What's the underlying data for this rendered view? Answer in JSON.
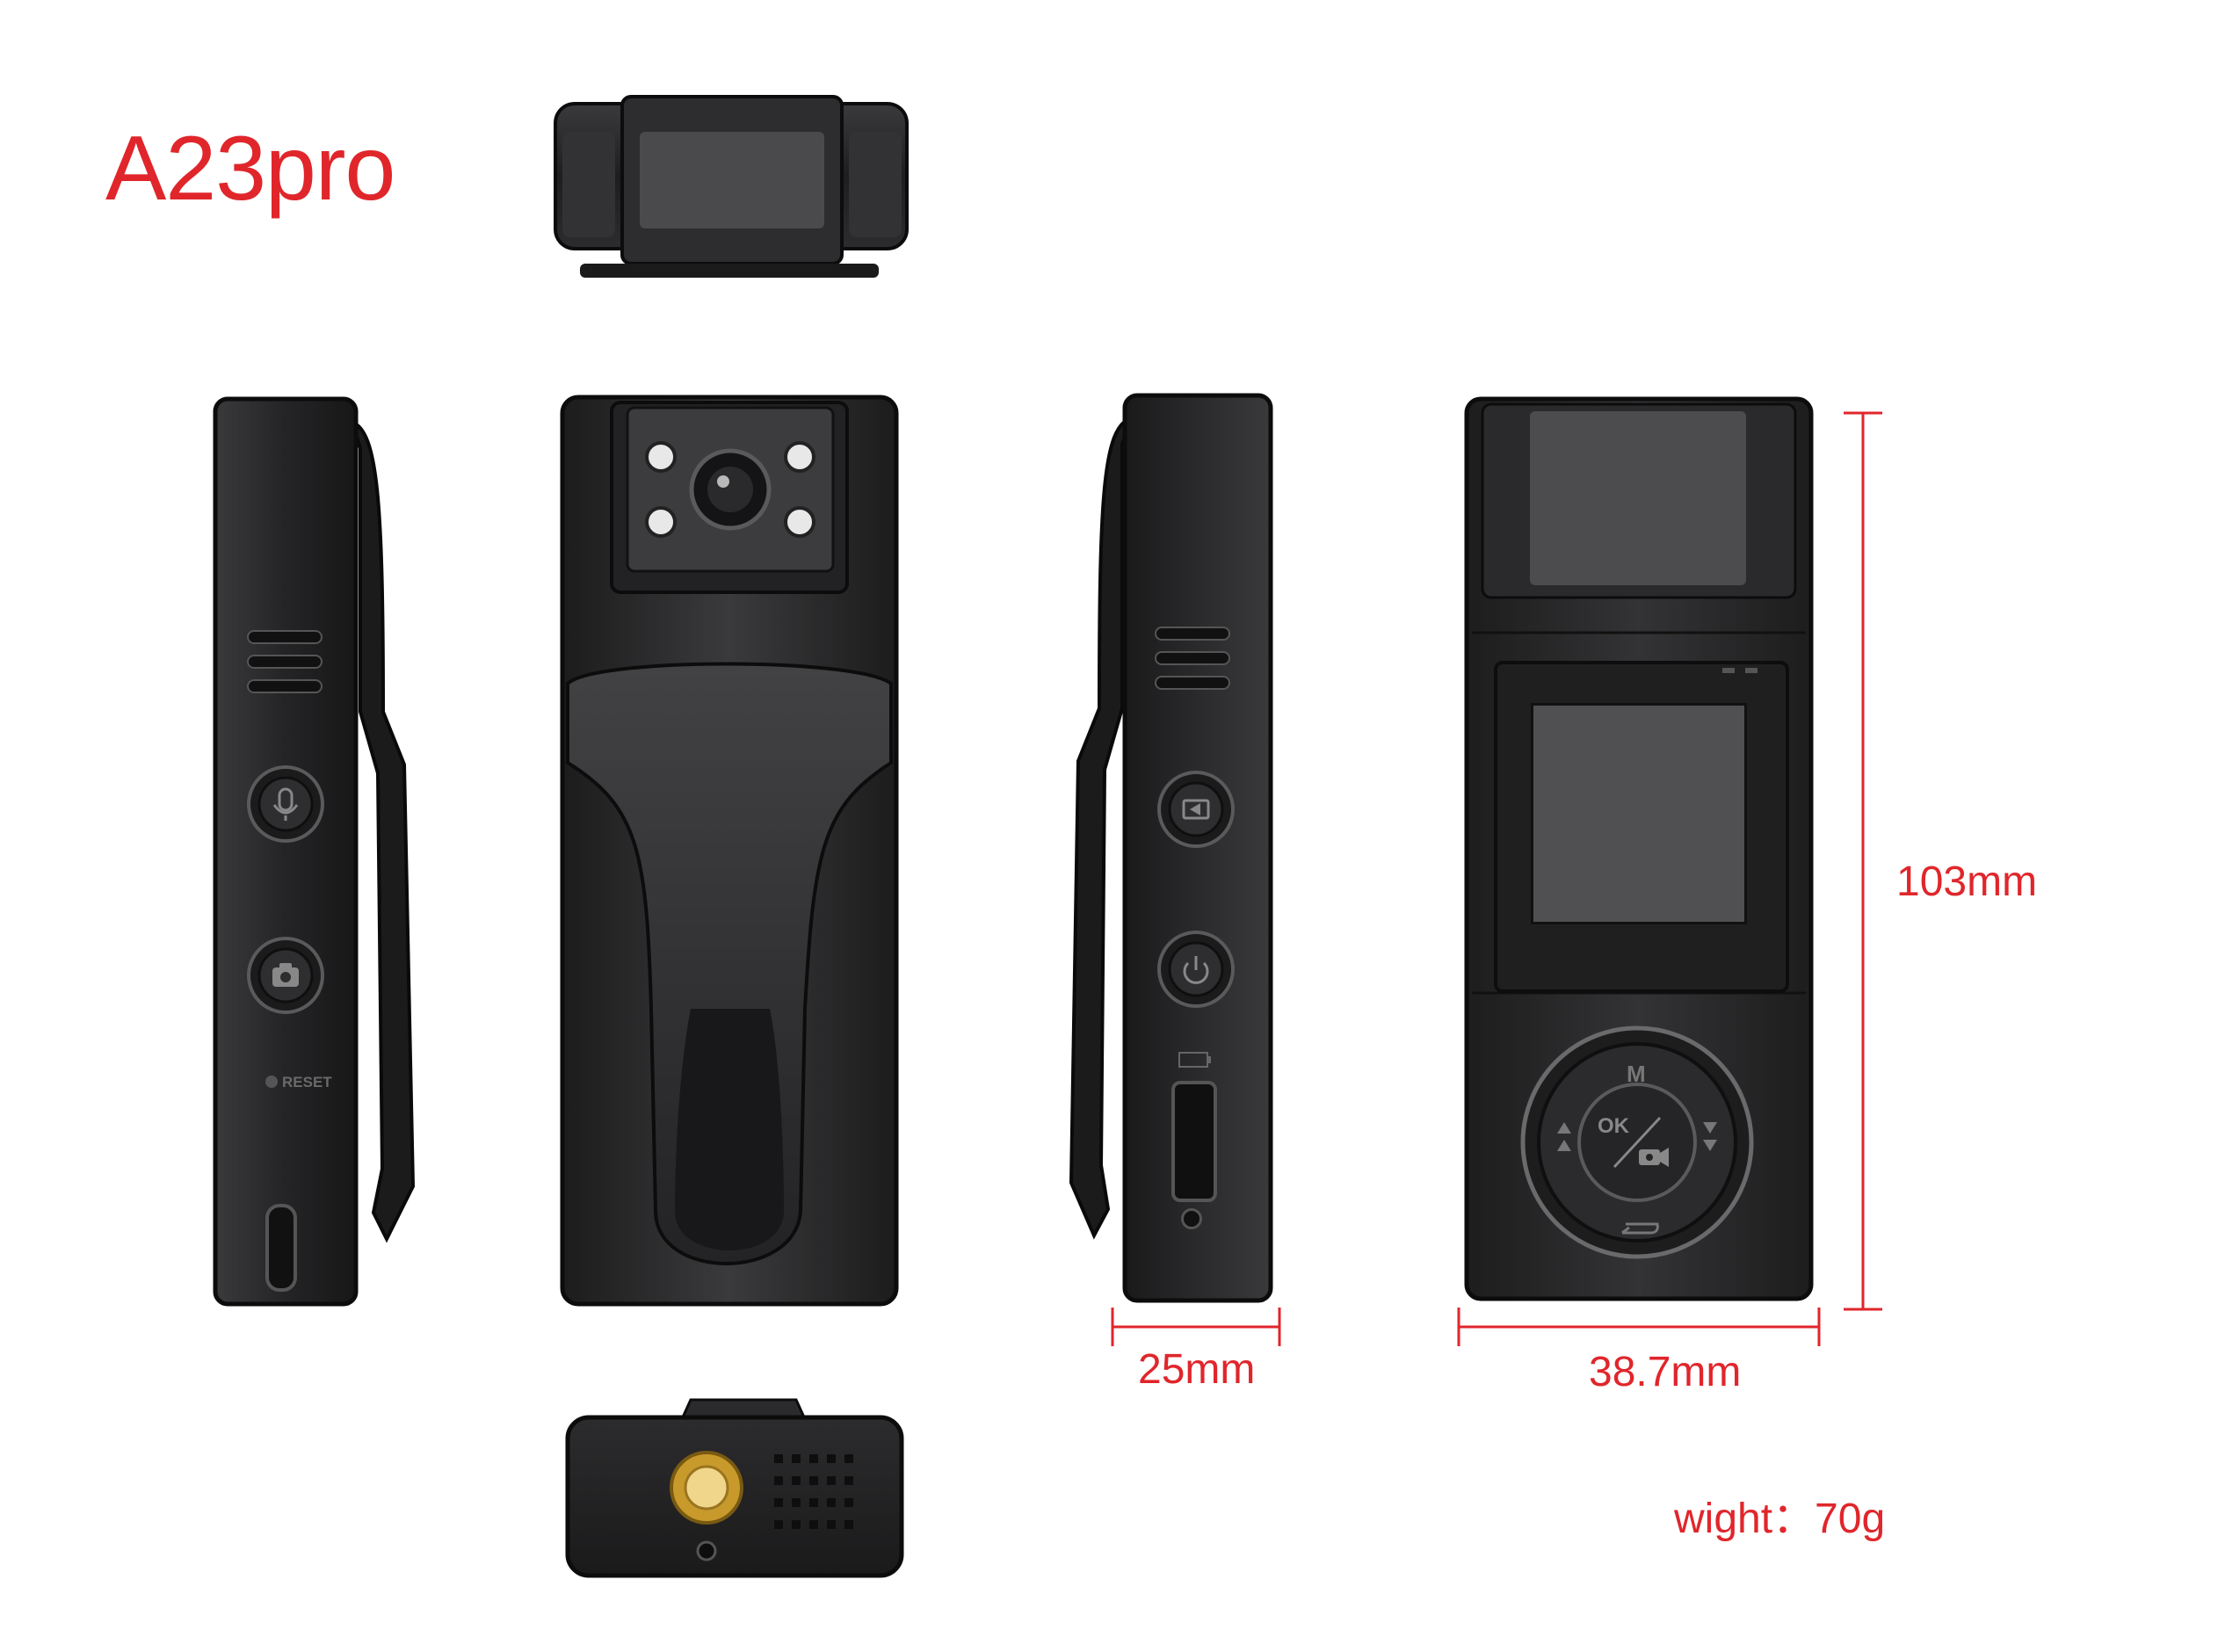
{
  "title": "A23pro",
  "side_view_left": {
    "reset_label": "RESET"
  },
  "front_panel": {
    "mode_label": "M",
    "ok_label": "OK"
  },
  "dimensions": {
    "thickness": "25mm",
    "width": "38.7mm",
    "height": "103mm"
  },
  "weight": "wight：70g",
  "colors": {
    "accent": "#e0262b",
    "device_body": "#2a2a2c",
    "device_edge": "#111111",
    "screen": "#4f4f51",
    "mount_gold": "#d4a536"
  }
}
